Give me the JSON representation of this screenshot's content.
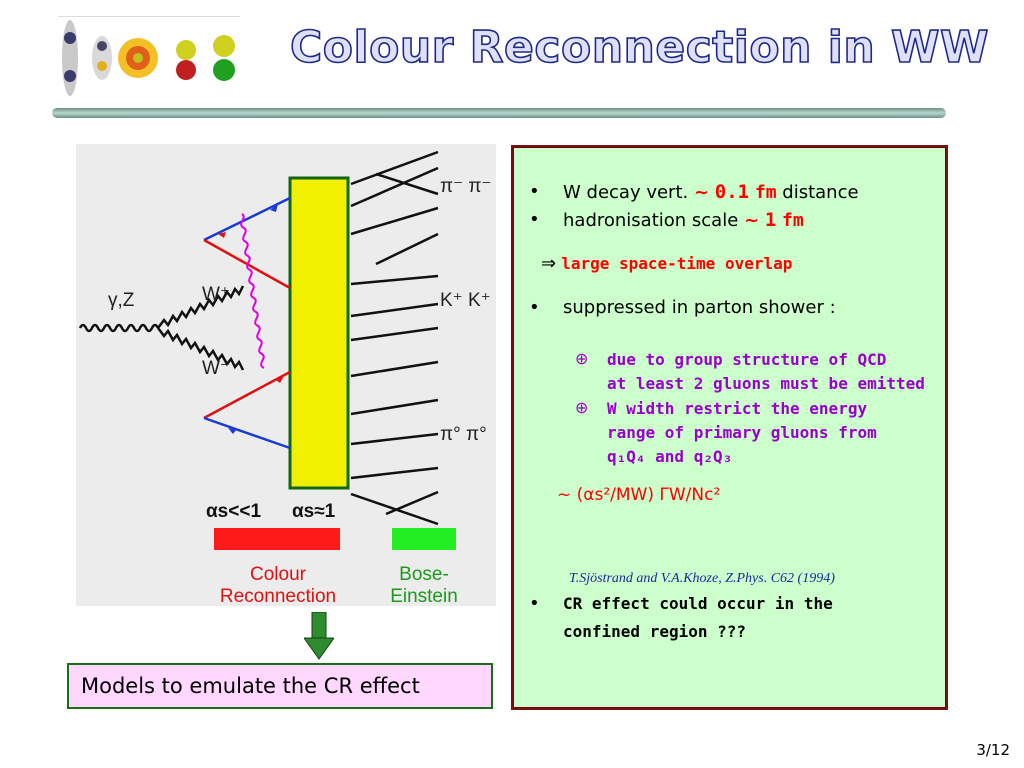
{
  "header": {
    "title": "Colour Reconnection in WW"
  },
  "diagram": {
    "label_gamma_z": "γ,Z",
    "label_w_plus": "W⁺",
    "label_w_minus": "W⁻",
    "label_pions_top": "π⁻ π⁻",
    "label_kaons": "K⁺ K⁺",
    "label_pions_bottom": "π° π°",
    "alpha_small": "αs<<1",
    "alpha_one": "αs≈1",
    "legend_cr_line1": "Colour",
    "legend_cr_line2": "Reconnection",
    "legend_be_line1": "Bose-",
    "legend_be_line2": "Einstein",
    "colors": {
      "cr": "#ff1a1a",
      "be": "#22ee22",
      "hadronisation": "#f0f000",
      "gluon": "#e000e0"
    }
  },
  "models": {
    "text": "Models to emulate the CR effect"
  },
  "panel": {
    "b1_text": "W decay vert.",
    "b1_approx": "~",
    "b1_value": "0.1",
    "b1_unit": "fm",
    "b1_tail": "distance",
    "b2_text": "hadronisation scale",
    "b2_approx": "~",
    "b2_value": "1",
    "b2_unit": "fm",
    "implies": "⇒",
    "overlap": "large space-time overlap",
    "b3_text": "suppressed in parton shower :",
    "sub_bullet": "⊕",
    "s1_line1": "due to group structure of QCD",
    "s1_line2": "at least 2 gluons must be emitted",
    "s2_line1": "W width restrict the energy",
    "s2_line2": "range of primary gluons from",
    "s2_line3": "q₁Q₄ and q₂Q₃",
    "formula": "~ (αs²/MW) ΓW/Nc²",
    "reference": "T.Sjöstrand and V.A.Khoze, Z.Phys. C62 (1994)",
    "b4_line1": "CR effect could occur in the",
    "b4_line2": "confined region ???",
    "bullet": "•"
  },
  "footer": {
    "page": "3/12"
  }
}
